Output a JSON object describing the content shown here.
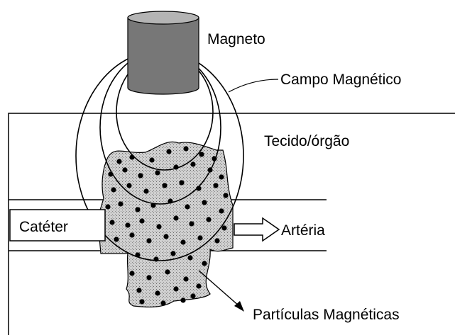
{
  "labels": {
    "magnet": "Magneto",
    "field": "Campo Magnético",
    "tissue": "Tecido/órgão",
    "catheter": "Catéter",
    "artery": "Artéria",
    "particles": "Partículas Magnéticas"
  },
  "colors": {
    "magnet_body": "#777777",
    "magnet_top": "#b4b4b4",
    "particle_region": "#c8c8c8",
    "particle_dots": "#000000",
    "lines": "#000000"
  }
}
